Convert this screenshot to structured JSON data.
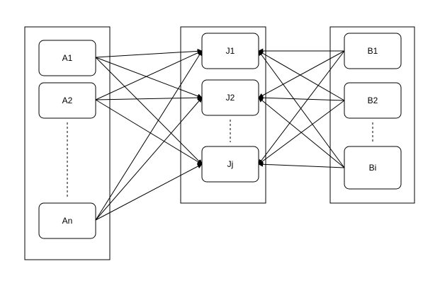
{
  "diagram": {
    "groups": [
      {
        "id": "group-a",
        "nodes": [
          "A1",
          "A2",
          "An"
        ]
      },
      {
        "id": "group-j",
        "nodes": [
          "J1",
          "J2",
          "Jj"
        ]
      },
      {
        "id": "group-b",
        "nodes": [
          "B1",
          "B2",
          "Bi"
        ]
      }
    ],
    "nodes": {
      "A1": "A1",
      "A2": "A2",
      "An": "An",
      "J1": "J1",
      "J2": "J2",
      "Jj": "Jj",
      "B1": "B1",
      "B2": "B2",
      "Bi": "Bi"
    },
    "edges": [
      [
        "A1",
        "J1"
      ],
      [
        "A1",
        "J2"
      ],
      [
        "A1",
        "Jj"
      ],
      [
        "A2",
        "J1"
      ],
      [
        "A2",
        "J2"
      ],
      [
        "A2",
        "Jj"
      ],
      [
        "An",
        "J1"
      ],
      [
        "An",
        "J2"
      ],
      [
        "An",
        "Jj"
      ],
      [
        "B1",
        "J1"
      ],
      [
        "B1",
        "J2"
      ],
      [
        "B1",
        "Jj"
      ],
      [
        "B2",
        "J1"
      ],
      [
        "B2",
        "J2"
      ],
      [
        "B2",
        "Jj"
      ],
      [
        "Bi",
        "J1"
      ],
      [
        "Bi",
        "J2"
      ],
      [
        "Bi",
        "Jj"
      ]
    ],
    "ellipses": [
      [
        "A2",
        "An"
      ],
      [
        "J2",
        "Jj"
      ],
      [
        "B2",
        "Bi"
      ]
    ]
  }
}
